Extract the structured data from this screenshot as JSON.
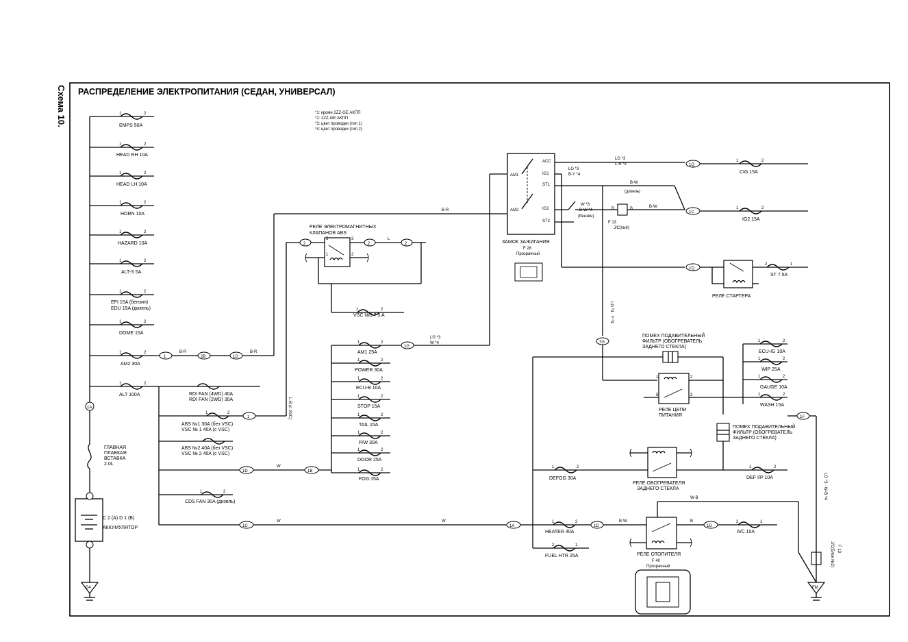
{
  "side_label": "Схема 10.",
  "title": "РАСПРЕДЕЛЕНИЕ ЭЛЕКТРОПИТАНИЯ (СЕДАН, УНИВЕРСАЛ)",
  "notes": [
    "*1: кроме 2ZZ-GE АКПП",
    "*2: 2ZZ-GE АКПП",
    "*3: цвет проводки (тип 1)",
    "*4: цвет проводки (тип 2)"
  ],
  "left_fuses": [
    {
      "label": "EMPS 50A"
    },
    {
      "label": "HEAD RH 10A"
    },
    {
      "label": "HEAD LH 10A"
    },
    {
      "label": "HORN 10A"
    },
    {
      "label": "HAZARD 10A"
    },
    {
      "label": "ALT-S 5A"
    },
    {
      "label": "EFI   15A (бензин)"
    },
    {
      "label": "DOME 15A"
    },
    {
      "label": "AM2 30A"
    },
    {
      "label": "ALT 100A"
    }
  ],
  "edu_label": "EDU  15A (дизель)",
  "fl_labels": [
    "ГЛАВНАЯ",
    "ПЛАВКАЯ",
    "ВСТАВКА",
    "2.0L"
  ],
  "battery_label": "АККУМУЛЯТОР",
  "ground_labels": [
    "D4",
    "FM"
  ],
  "mid_fuses": [
    {
      "label": "RDI FAN (4WD) 40A"
    },
    {
      "label": "RDI FAN (2WD) 30A"
    },
    {
      "label": "ABS №1   30A  (без VSC)"
    },
    {
      "label": "VSC № 1  40A   (с VSC)"
    },
    {
      "label": "ABS №2   40A  (без VSC)"
    },
    {
      "label": "VSC № 2  40A  (с VSC)"
    },
    {
      "label": "CDS FAN  30A  (дизель)"
    }
  ],
  "right_bank": [
    {
      "label": "AM1 25A"
    },
    {
      "label": "POWER 30A"
    },
    {
      "label": "ECU-B 10A"
    },
    {
      "label": "STOP 15A"
    },
    {
      "label": "TAIL 15A"
    },
    {
      "label": "P/W 30A"
    },
    {
      "label": "DOOR 25A"
    },
    {
      "label": "FOG 15A"
    }
  ],
  "abs_relay": [
    "РЕЛЕ ЭЛЕКТРОМАГНИТНЫХ",
    "КЛАПАНОВ ABS"
  ],
  "vsc_fuse": "VSC №3 7.5 A",
  "ignition": {
    "label": "ЗАМОК ЗАЖИГАНИЯ",
    "conn": "F 28",
    "sub": "Прозрачный",
    "terms": [
      "ACC",
      "IG1",
      "ST1",
      "AM1",
      "AM2",
      "IG2",
      "ST2"
    ]
  },
  "top_right_fuses": [
    {
      "label": "CIG 15A"
    },
    {
      "label": "IG2 15A"
    },
    {
      "label": "ST 7.5A"
    }
  ],
  "jc9": [
    "F 13",
    "J/C(№9)"
  ],
  "diesel_mark": "(дизель)",
  "petrol_mark": "(бензин)",
  "starter_relay": "РЕЛЕ СТАРТЕРА",
  "noise1": [
    "ПОМЕХ ПОДАВИТЕЛЬНЫЙ",
    "ФИЛЬТР (ОБОГРЕВАТЕЛЬ",
    "ЗАДНЕГО СТЕКЛА)"
  ],
  "noise2": [
    "ПОМЕХ ПОДАВИТЕЛЬНЫЙ",
    "ФИЛЬТР (ОБОГРЕВАТЕЛЬ",
    "ЗАДНЕГО СТЕКЛА)"
  ],
  "power_relay": [
    "РЕЛЕ ЦЕПИ",
    "ПИТАНИЯ"
  ],
  "ecu_fuses": [
    {
      "label": "ECU-IG 10A"
    },
    {
      "label": "WIP 25A"
    },
    {
      "label": "GAUGE 10A"
    },
    {
      "label": "WASH 15A"
    }
  ],
  "defog_relay": [
    "РЕЛЕ ОБОГРЕВАТЕЛЯ",
    "ЗАДНЕГО СТЕКЛА"
  ],
  "defog_fuse": "DEFOG 30A",
  "def_ip_fuse": "DEF I/P 10A",
  "heater_fuse": "HEATER 40A",
  "fuel_htr_fuse": "FUEL HTR 25A",
  "ac_fuse": "A/C 10A",
  "heater_relay": {
    "label": "РЕЛЕ ОТОПИТЕЛЯ",
    "conn": "F 40",
    "sub": "Прозрачный"
  },
  "jc2": [
    "F 13",
    "J/C(Блок №2)"
  ],
  "wire_labels": {
    "br": "B-R",
    "w": "W",
    "bw": "B-W",
    "b": "B",
    "l": "L",
    "lg3": "LG  *3",
    "w4": "W   *4"
  }
}
